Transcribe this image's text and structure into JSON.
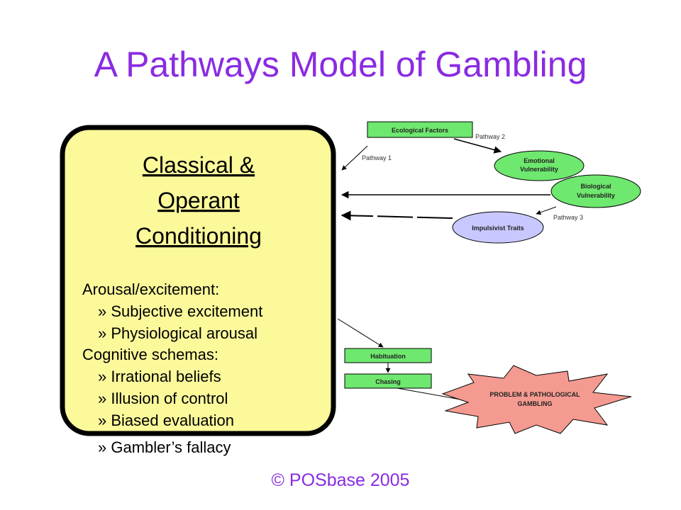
{
  "slide": {
    "title": "A Pathways Model of Gambling",
    "footer": "© POSbase 2005"
  },
  "conditioning_box": {
    "heading_lines": [
      "Classical &",
      "Operant",
      "Conditioning"
    ],
    "items": [
      {
        "text": "Arousal/excitement:",
        "level": 0
      },
      {
        "text": "» Subjective excitement",
        "level": 1
      },
      {
        "text": "» Physiological arousal",
        "level": 1
      },
      {
        "text": "Cognitive schemas:",
        "level": 0
      },
      {
        "text": "» Irrational beliefs",
        "level": 1
      },
      {
        "text": "» Illusion of control",
        "level": 1
      },
      {
        "text": "» Biased evaluation",
        "level": 1
      },
      {
        "text": "» Gambler’s fallacy",
        "level": 1
      }
    ],
    "fill_color": "#fcf99b"
  },
  "nodes": {
    "ecological_factors": "Ecological Factors",
    "emotional_vulnerability": [
      "Emotional",
      "Vulnerability"
    ],
    "biological_vulnerability": [
      "Biological",
      "Vulnerability"
    ],
    "impulsivist_traits": "Impulsivist Traits",
    "habituation": "Habituation",
    "chasing": "Chasing",
    "outcome": [
      "PROBLEM & PATHOLOGICAL",
      "GAMBLING"
    ]
  },
  "pathways": {
    "pathway_1": "Pathway 1",
    "pathway_2": "Pathway 2",
    "pathway_3": "Pathway 3"
  },
  "colors": {
    "title": "#8a2be2",
    "green": "#6ee86e",
    "lavender": "#c8c8ff",
    "salmon": "#f59a90",
    "box_fill": "#fcf99b"
  }
}
